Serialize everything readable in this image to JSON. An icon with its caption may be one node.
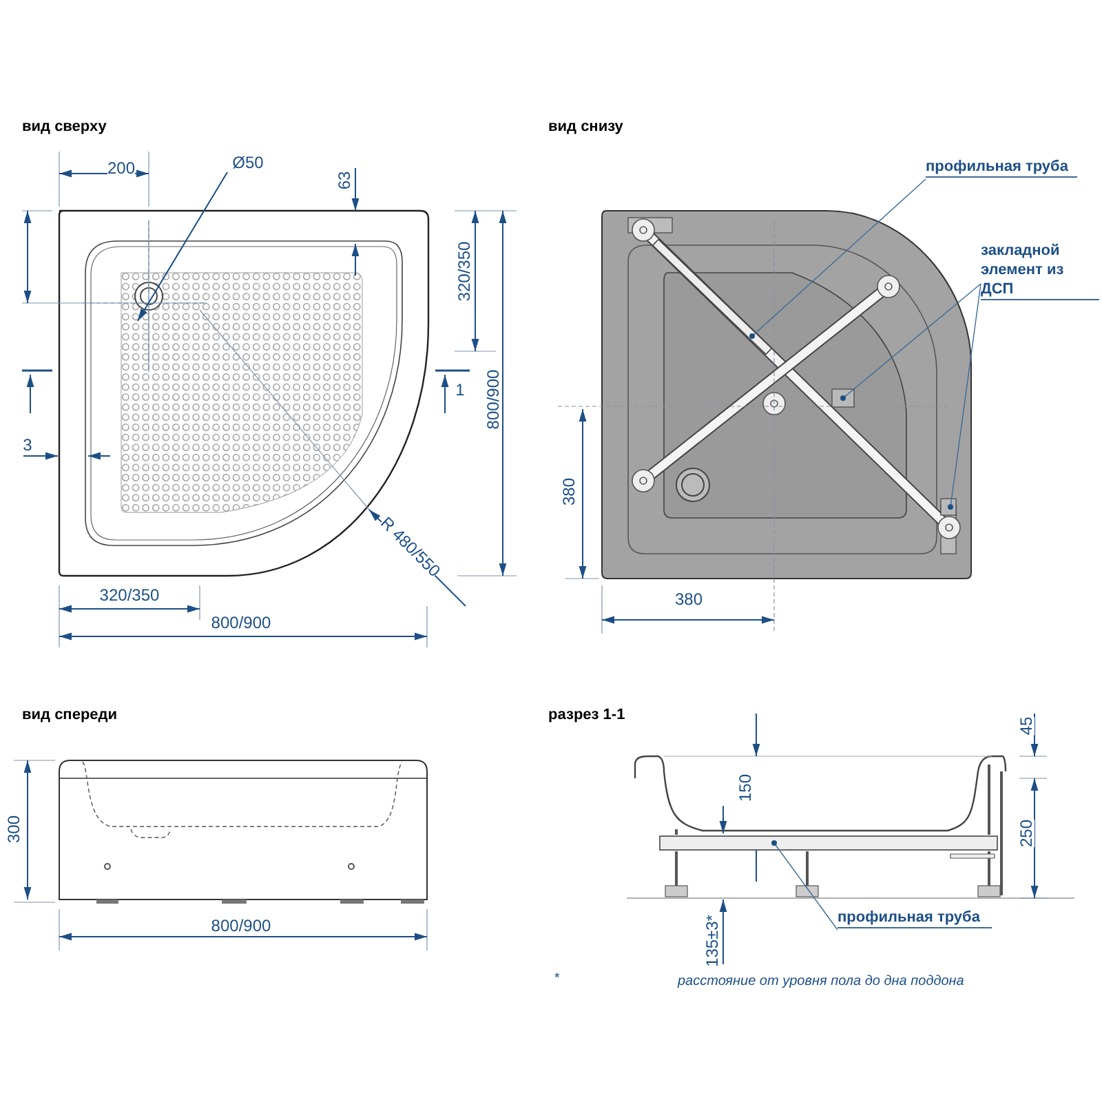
{
  "diagram": {
    "nodes": [
      {
        "text": [
          "профильная труба"
        ]
      },
      {
        "text": [
          "закладной элемент из ДСП"
        ]
      },
      {
        "text": [
          "профильная труба"
        ]
      },
      {
        "text": [],
        "shape": "bar"
      },
      {
        "text": [],
        "shape": "box"
      },
      {
        "text": [],
        "shape": "box"
      },
      {
        "text": [],
        "shape": "bar"
      }
    ],
    "edges": [
      {
        "from": 0,
        "to": 3,
        "arrow": "other"
      },
      {
        "from": 1,
        "to": 4,
        "arrow": "other"
      },
      {
        "from": 1,
        "to": 5,
        "arrow": "other"
      },
      {
        "from": 2,
        "to": 6,
        "arrow": "other"
      }
    ],
    "labels": [
      "вид сверху",
      "вид снизу",
      "200",
      "Ø50",
      "63",
      "320/350",
      "800/900",
      "1",
      "3",
      "R 480/550",
      "320/350",
      "800/900",
      "380",
      "380",
      "вид спереди",
      "разрез 1-1",
      "45",
      "150",
      "300",
      "250",
      "800/900",
      "135±3*",
      "*",
      "расстояние от уровня пола до дна поддона"
    ]
  }
}
